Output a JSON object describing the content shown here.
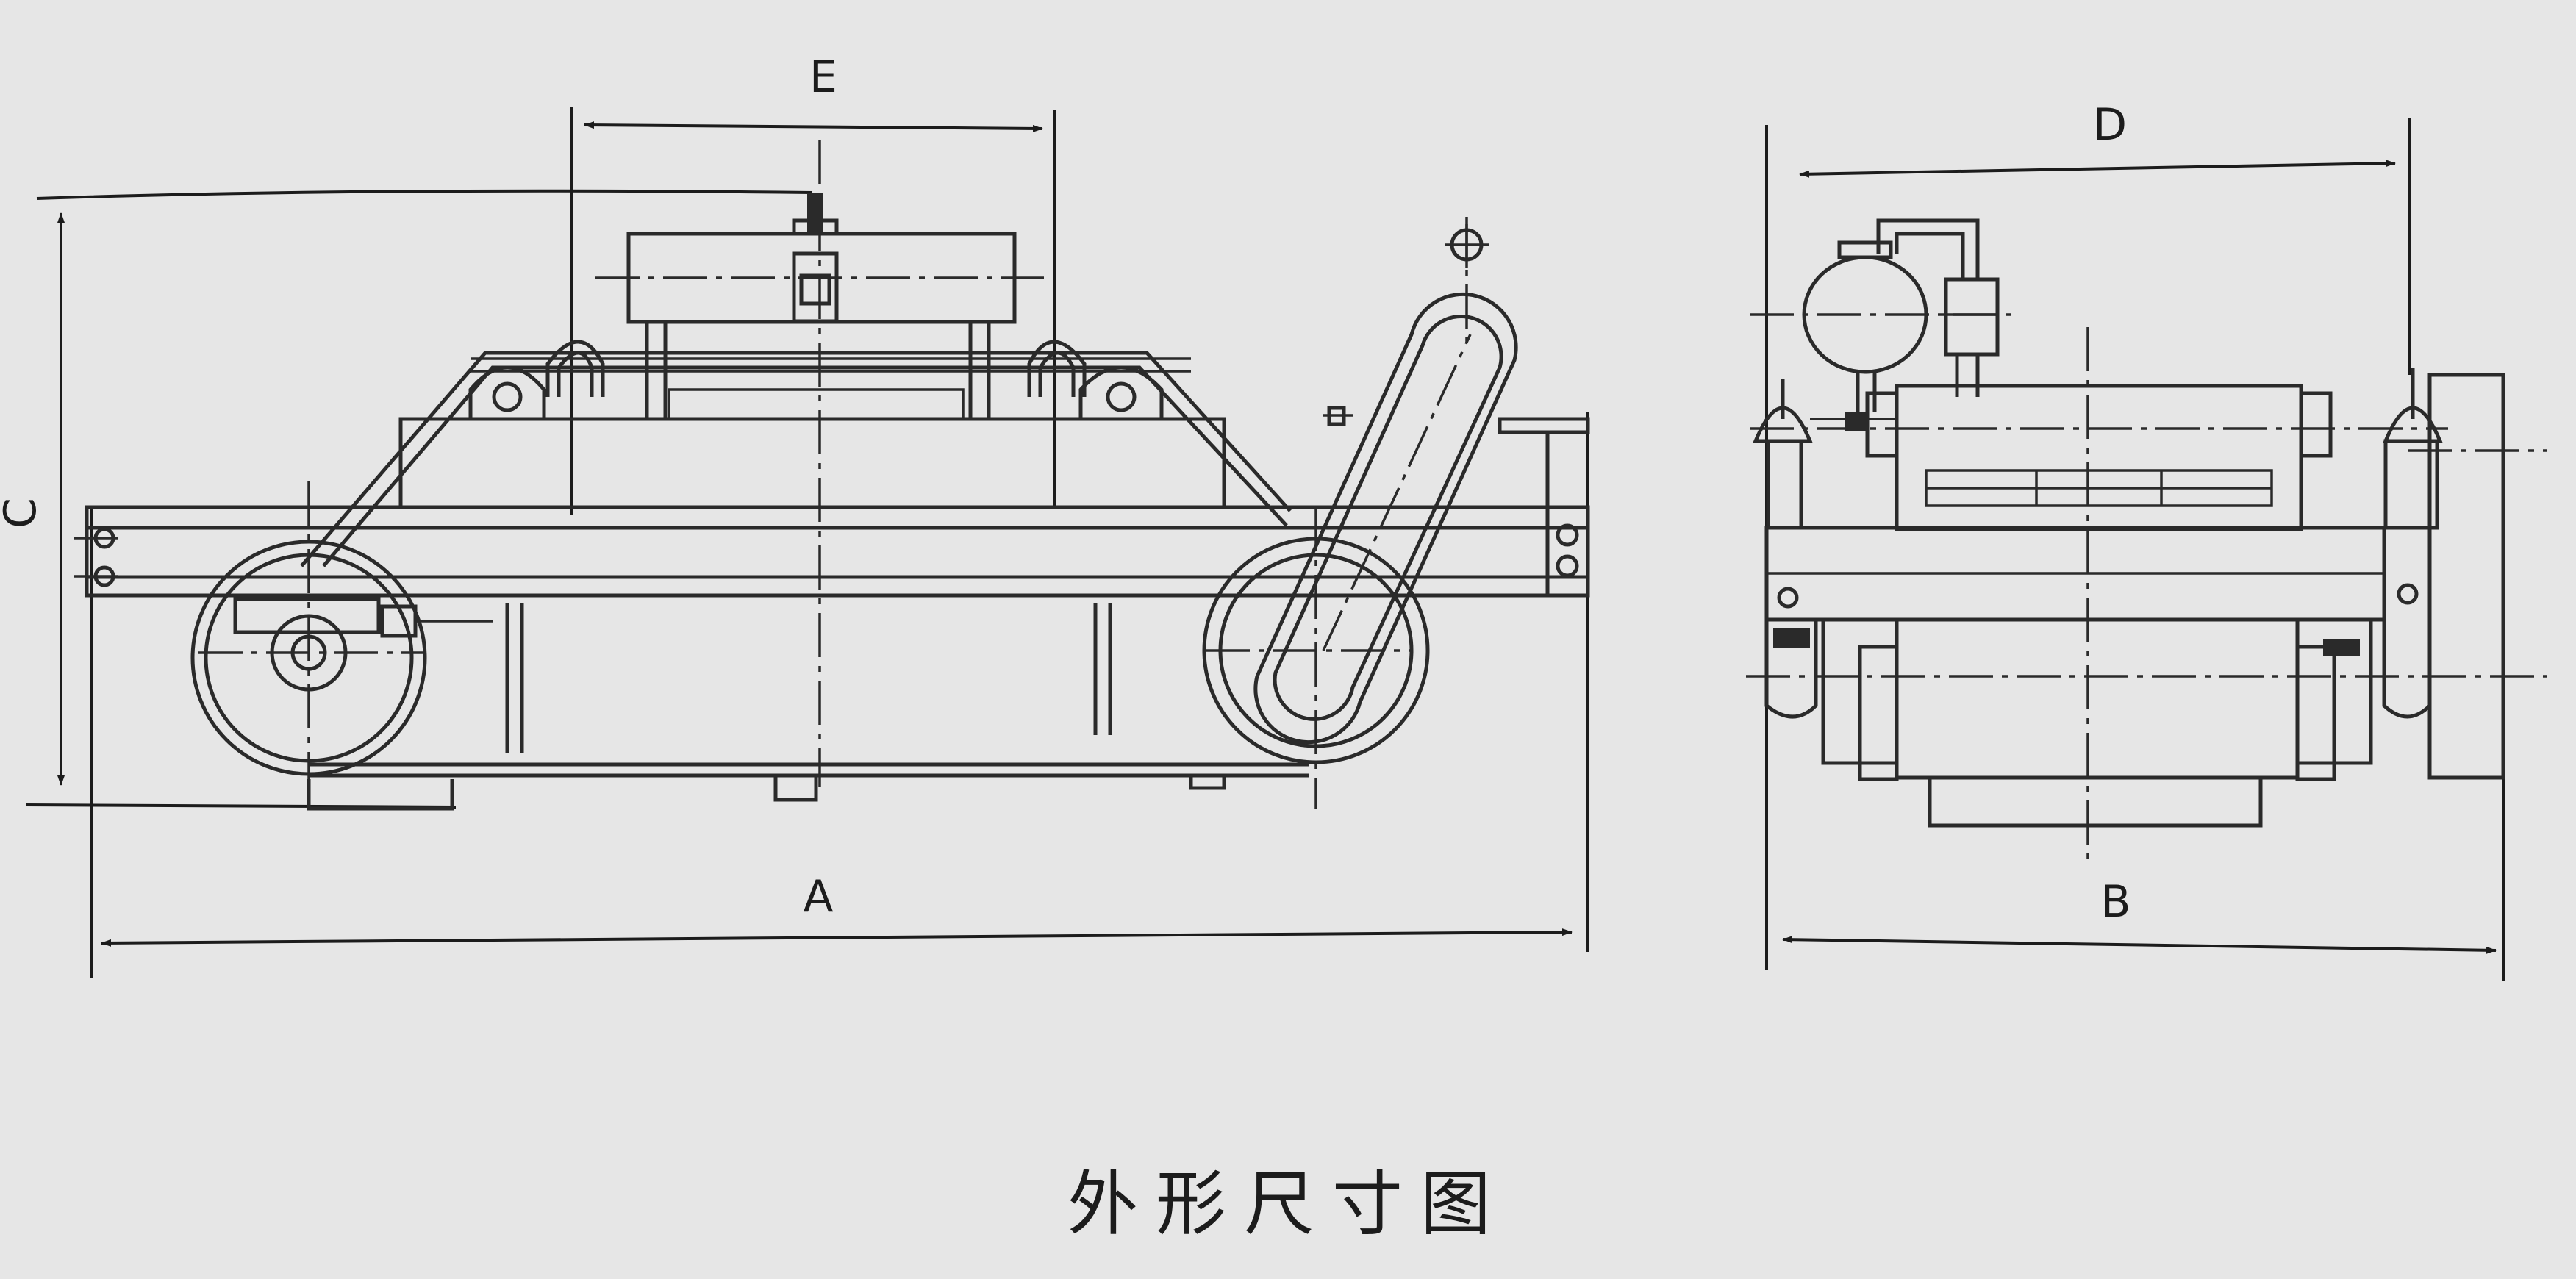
{
  "caption": "外形尺寸图",
  "dimensions": {
    "a": "A",
    "b": "B",
    "c": "C",
    "d": "D",
    "e": "E"
  }
}
